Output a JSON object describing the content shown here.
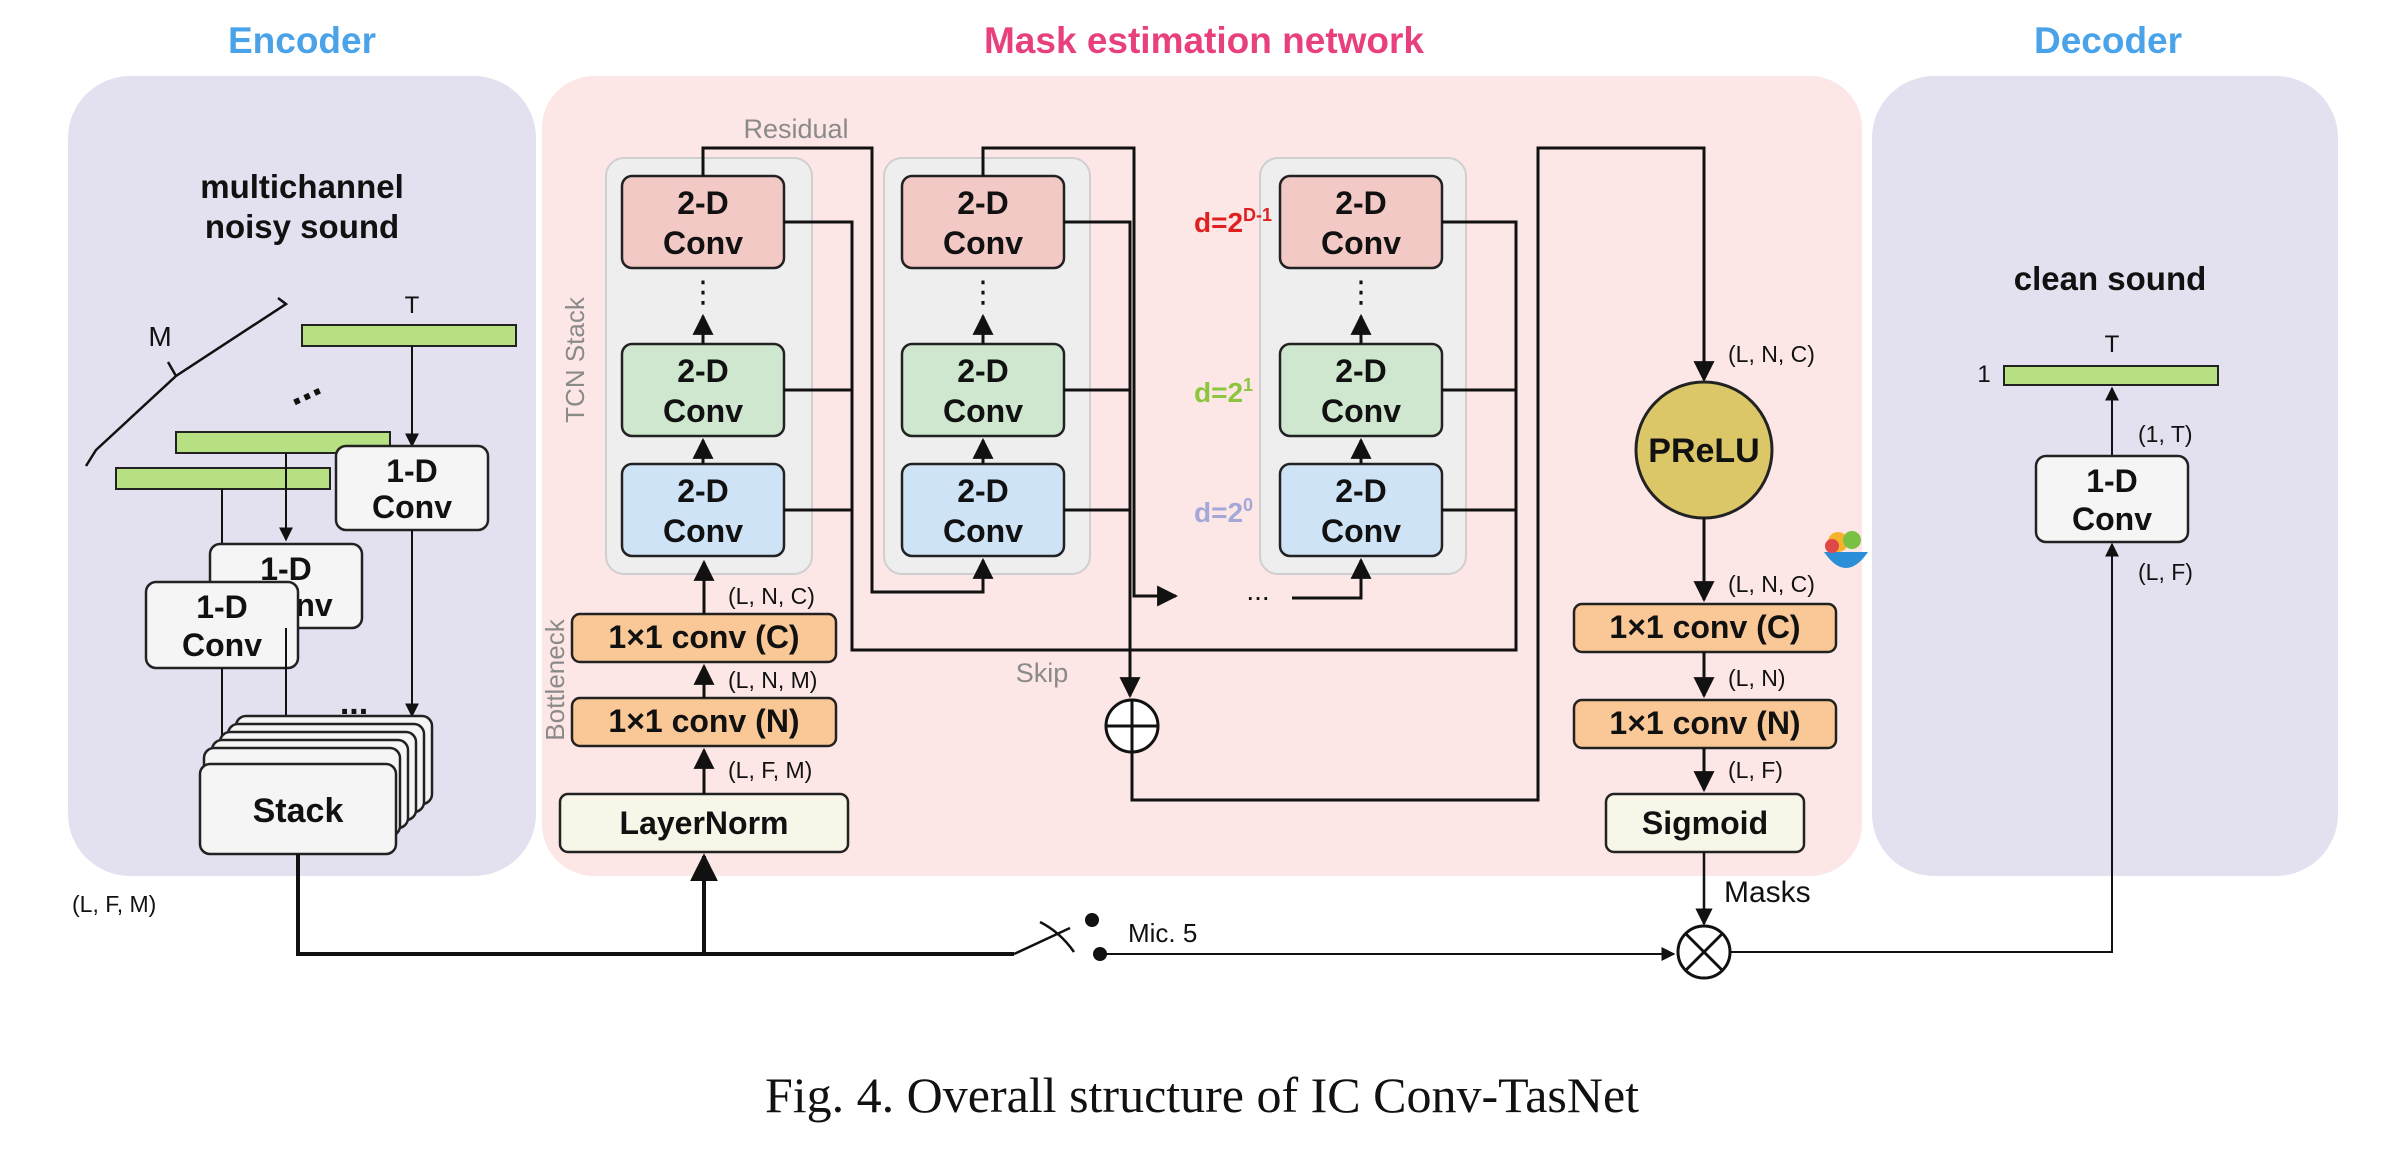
{
  "sections": {
    "encoder": "Encoder",
    "mask": "Mask estimation network",
    "decoder": "Decoder"
  },
  "colors": {
    "encoder_title": "#4aa3e8",
    "mask_title": "#e8407f",
    "encoder_panel": "#e3e1ef",
    "mask_panel": "#fde6e6",
    "tcn_bg": "#eeeeee",
    "conv_red": "#f3c9c6",
    "conv_green": "#cfe7cf",
    "conv_blue": "#cfe3f7",
    "orange": "#f9c896",
    "prelu": "#dcc768",
    "waveform": "#b6e082",
    "d_red": "#e02020",
    "d_green": "#8cc63f",
    "d_lav": "#a3a8d8"
  },
  "encoder": {
    "heading1": "multichannel",
    "heading2": "noisy sound",
    "M": "M",
    "T": "T",
    "ellipsis": "...",
    "conv_l1": "1-D",
    "conv_l2": "Conv",
    "conv_hidden_l1": "1-D",
    "conv_hidden_l2": "nv",
    "stack": "Stack",
    "dims": "(L, F, M)"
  },
  "mask": {
    "residual": "Residual",
    "skip": "Skip",
    "tcn_stack": "TCN Stack",
    "bottleneck": "Bottleneck",
    "conv2d_l1": "2-D",
    "conv2d_l2": "Conv",
    "d_top": "d=2",
    "d_top_sup": "D-1",
    "d_mid": "d=2",
    "d_mid_sup": "1",
    "d_low": "d=2",
    "d_low_sup": "0",
    "vdots": "⋮",
    "more": "...",
    "conv_c": "1×1 conv (C)",
    "conv_n": "1×1 conv (N)",
    "layernorm": "LayerNorm",
    "dim_lnc": "(L, N, C)",
    "dim_lnm": "(L, N, M)",
    "dim_lfm": "(L, F, M)",
    "prelu": "PReLU",
    "dim_prelu_in": "(L, N, C)",
    "dim_prelu_out": "(L, N, C)",
    "dim_ln": "(L, N)",
    "dim_lf": "(L, F)",
    "sigmoid": "Sigmoid",
    "masks": "Masks",
    "mic": "Mic. 5"
  },
  "decoder": {
    "heading": "clean sound",
    "T": "T",
    "one": "1",
    "conv_l1": "1-D",
    "conv_l2": "Conv",
    "dim_top": "(1, T)",
    "dim_bottom": "(L, F)"
  },
  "caption": "Fig. 4. Overall structure of IC Conv-TasNet"
}
